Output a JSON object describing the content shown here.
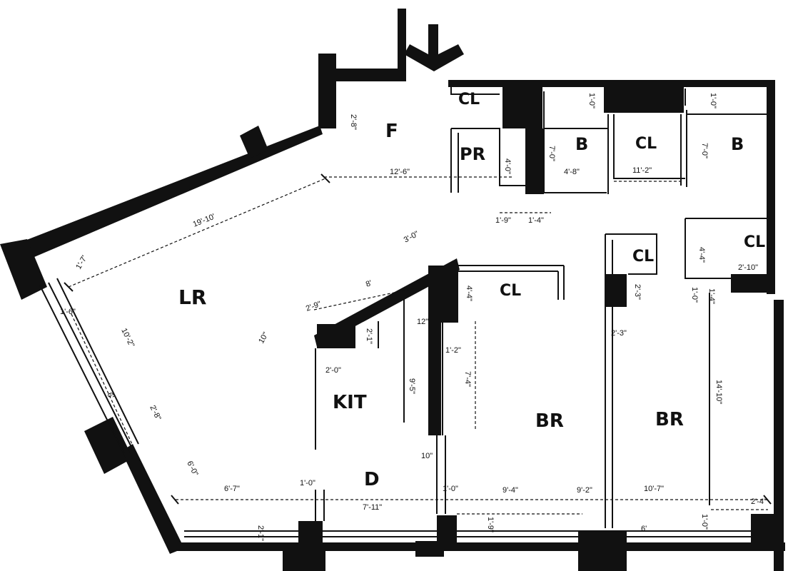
{
  "rooms": {
    "foyer": "F",
    "living_room": "LR",
    "kitchen": "KIT",
    "dining": "D",
    "powder_room": "PR",
    "bath_1": "B",
    "bath_2": "B",
    "closet_entry": "CL",
    "closet_center": "CL",
    "closet_right": "CL",
    "closet_hall": "CL",
    "closet_br1": "CL",
    "bedroom_1": "BR",
    "bedroom_2": "BR"
  },
  "dimensions": {
    "foyer_depth": "2'-8\"",
    "foyer_width": "12'-6\"",
    "lr_length": "19'-10'",
    "lr_wall_short": "1'-7'",
    "lr_wall_corner": "1'-6\"",
    "lr_width": "10'-2\"",
    "lr_pier": "6'",
    "lr_window": "2'-8\"",
    "lr_lower": "6'-0\"",
    "lr_diag": "3'-0\"",
    "kit_opening": "2'-9\"",
    "kit_offset": "8'",
    "kit_small": "10\"",
    "kit_counter": "2'-1\"",
    "kit_width": "2'-0\"",
    "kit_length": "9'-5\"",
    "kit_corner": "12\"",
    "d_width_a": "6'-7\"",
    "d_width_b": "7'-11\"",
    "d_pier": "1'-0\"",
    "d_sill": "2'-1\"",
    "pr_depth": "4'-0\"",
    "pr_w1": "1'-9\"",
    "pr_w2": "1'-4\"",
    "bath1_depth": "7'-0\"",
    "bath1_width": "4'-8\"",
    "bath1_small": "1'-0\"",
    "closet_width": "11'-2\"",
    "bath2_depth": "7'-0\"",
    "bath2_small": "1'-0\"",
    "cl_right_depth": "4'-4\"",
    "cl_right_width": "2'-10\"",
    "cl_hall_small": "1'-0\"",
    "cl_br1_depth": "4'-4\"",
    "br1_pier_a": "1'-2\"",
    "br1_length": "7'-4\"",
    "br1_corner": "10\"",
    "br1_width": "9'-4\"",
    "br1_pier_b": "1'-0\"",
    "br1_sill": "1'-9\"",
    "br1_wall": "9'-2\"",
    "br2_closet": "2'-3\"",
    "br2_pier": "2'-3\"",
    "br2_length": "14'-10\"",
    "br2_width": "10'-7\"",
    "br2_corner": "1'-4\"",
    "br2_side": "2'-4\"",
    "br2_sill": "1'-0\"",
    "br2_small": "6'"
  }
}
